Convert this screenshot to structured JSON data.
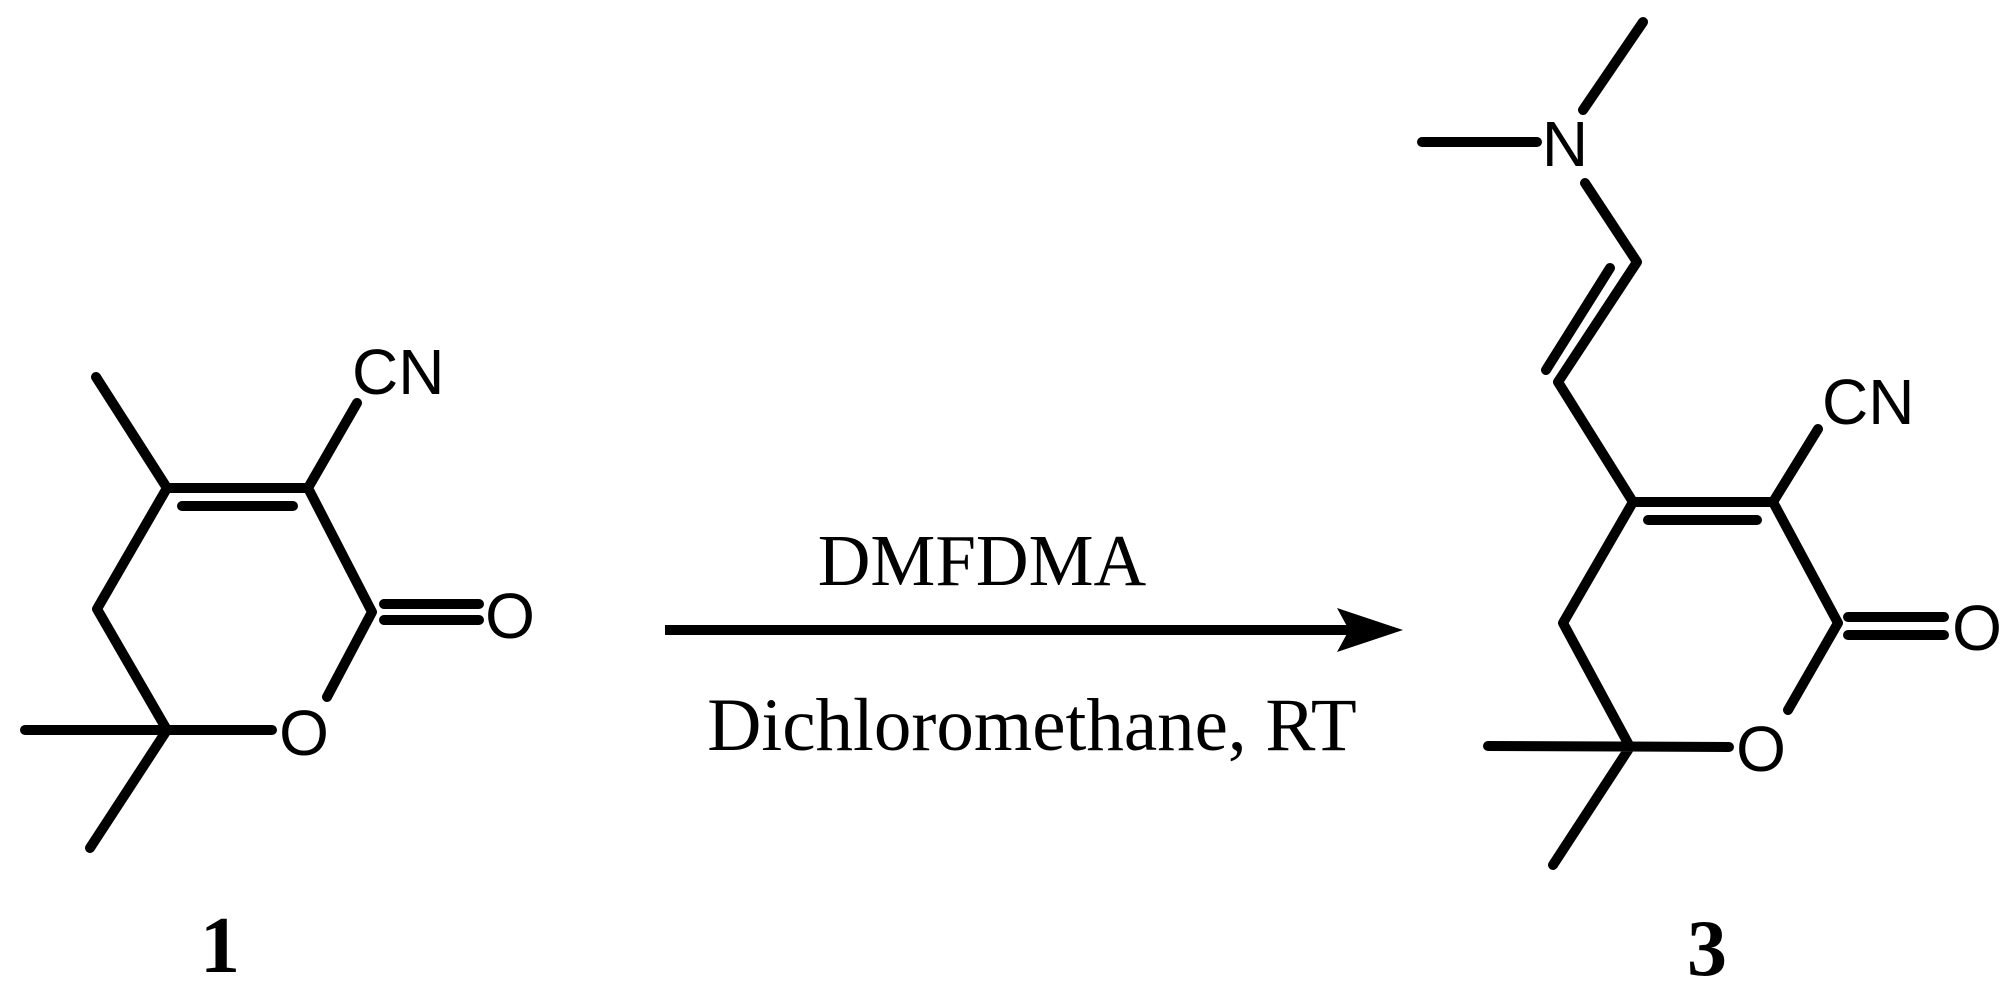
{
  "scheme": {
    "colors": {
      "ink": "#000000",
      "background": "#ffffff"
    },
    "reactant": {
      "id_label": "1",
      "nitrile_label": "CN",
      "ring_oxygen_label": "O",
      "carbonyl_oxygen_label": "O"
    },
    "arrow": {
      "reagent": "DMFDMA",
      "conditions": "Dichloromethane, RT"
    },
    "product": {
      "id_label": "3",
      "amine_nitrogen_label": "N",
      "nitrile_label": "CN",
      "ring_oxygen_label": "O",
      "carbonyl_oxygen_label": "O"
    }
  }
}
